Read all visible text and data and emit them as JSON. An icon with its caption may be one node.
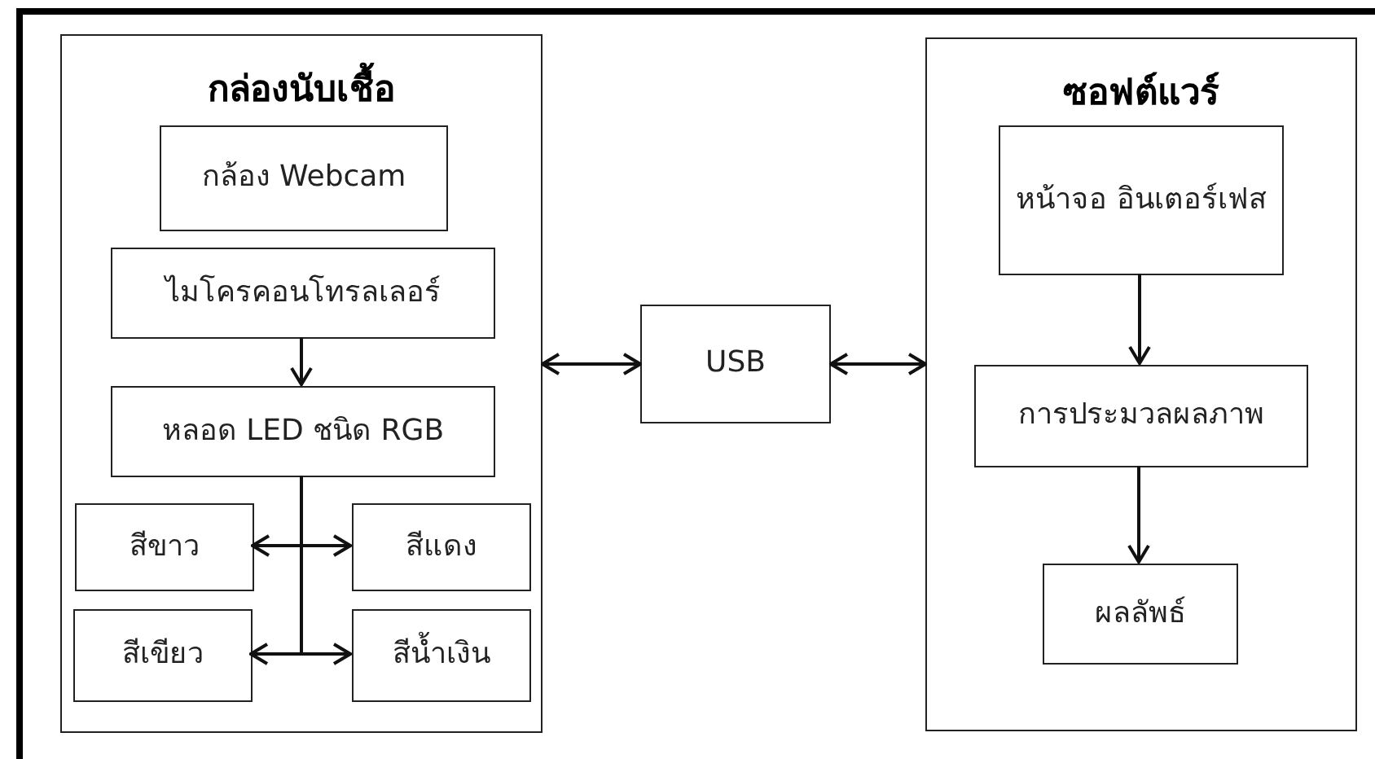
{
  "diagram": {
    "nodes": [
      {
        "text": [
          "กล่องนับเชื้อ"
        ]
      },
      {
        "text": [
          "กล้อง Webcam"
        ],
        "in": 0
      },
      {
        "text": [
          "ไมโครคอนโทรลเลอร์"
        ],
        "in": 0
      },
      {
        "text": [
          "หลอด LED ชนิด RGB"
        ],
        "in": 0
      },
      {
        "text": [
          "สีขาว"
        ],
        "in": 0
      },
      {
        "text": [
          "สีแดง"
        ],
        "in": 0
      },
      {
        "text": [
          "สีเขียว"
        ],
        "in": 0
      },
      {
        "text": [
          "สีน้ำเงิน"
        ],
        "in": 0
      },
      {
        "text": [
          "USB"
        ]
      },
      {
        "text": [
          "ซอฟต์แวร์"
        ]
      },
      {
        "text": [
          "หน้าจอ อินเตอร์เฟส"
        ],
        "in": 9
      },
      {
        "text": [
          "การประมวลผลภาพ"
        ],
        "in": 9
      },
      {
        "text": [
          "ผลลัพธ์"
        ],
        "in": 9
      }
    ],
    "edges": [
      {
        "from": 2,
        "to": 3,
        "arrow": "to"
      },
      {
        "from": 3,
        "to": 4,
        "arrow": "to"
      },
      {
        "from": 3,
        "to": 5,
        "arrow": "to"
      },
      {
        "from": 3,
        "to": 6,
        "arrow": "to"
      },
      {
        "from": 3,
        "to": 7,
        "arrow": "to"
      },
      {
        "from": 0,
        "to": 8,
        "arrow": "both"
      },
      {
        "from": 8,
        "to": 9,
        "arrow": "both"
      },
      {
        "from": 10,
        "to": 11,
        "arrow": "to"
      },
      {
        "from": 11,
        "to": 12,
        "arrow": "to"
      }
    ]
  }
}
